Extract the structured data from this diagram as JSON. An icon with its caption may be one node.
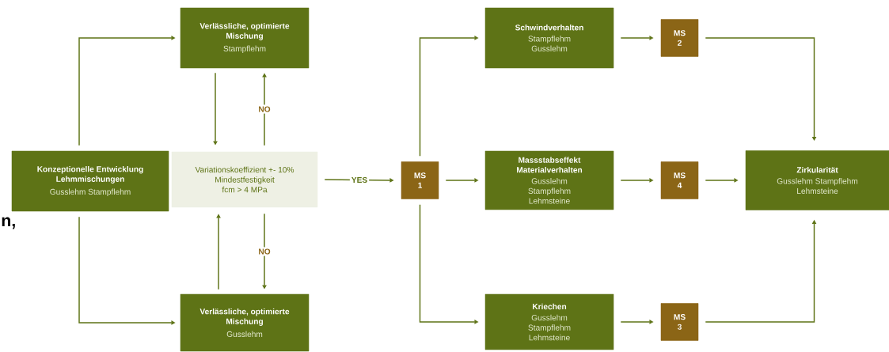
{
  "diagram": {
    "nodes": [
      {
        "text": [
          "Konzeptionelle Entwicklung Lehmmischungen",
          "Gusslehm Stampflehm"
        ]
      },
      {
        "text": [
          "Verlässliche, optimierte Mischung",
          "Stampflehm"
        ]
      },
      {
        "text": [
          "Variationskoeffizient +- 10% Mindestfestigkeit fcm > 4 MPa"
        ]
      },
      {
        "text": [
          "Verlässliche, optimierte Mischung",
          "Gusslehm"
        ]
      },
      {
        "text": [
          "MS 1"
        ]
      },
      {
        "text": [
          "Schwindverhalten",
          "Stampflehm Gusslehm"
        ]
      },
      {
        "text": [
          "Massstabseffekt Materialverhalten",
          "Gusslehm Stampflehm Lehmsteine"
        ]
      },
      {
        "text": [
          "Kriechen",
          "Gusslehm Stampflehm Lehmsteine"
        ]
      },
      {
        "text": [
          "MS 2"
        ]
      },
      {
        "text": [
          "MS 4"
        ]
      },
      {
        "text": [
          "MS 3"
        ]
      },
      {
        "text": [
          "Zirkularität",
          "Gusslehm Stampflehm Lehmsteine"
        ]
      }
    ],
    "edges": [
      {
        "from": 0,
        "to": 1,
        "arrow": "to"
      },
      {
        "from": 0,
        "to": 3,
        "arrow": "to"
      },
      {
        "from": 1,
        "to": 2,
        "arrow": "to"
      },
      {
        "from": 2,
        "to": 1,
        "arrow": "to",
        "label": "NO"
      },
      {
        "from": 3,
        "to": 2,
        "arrow": "to"
      },
      {
        "from": 2,
        "to": 3,
        "arrow": "to",
        "label": "NO"
      },
      {
        "from": 2,
        "to": 4,
        "arrow": "to",
        "label": "YES"
      },
      {
        "from": 4,
        "to": 5,
        "arrow": "to"
      },
      {
        "from": 4,
        "to": 6,
        "arrow": "to"
      },
      {
        "from": 4,
        "to": 7,
        "arrow": "to"
      },
      {
        "from": 5,
        "to": 8,
        "arrow": "to"
      },
      {
        "from": 6,
        "to": 9,
        "arrow": "to"
      },
      {
        "from": 7,
        "to": 10,
        "arrow": "to"
      },
      {
        "from": 8,
        "to": 11,
        "arrow": "to"
      },
      {
        "from": 9,
        "to": 11,
        "arrow": "to"
      },
      {
        "from": 10,
        "to": 11,
        "arrow": "to"
      }
    ],
    "labels": [
      "n,"
    ]
  }
}
